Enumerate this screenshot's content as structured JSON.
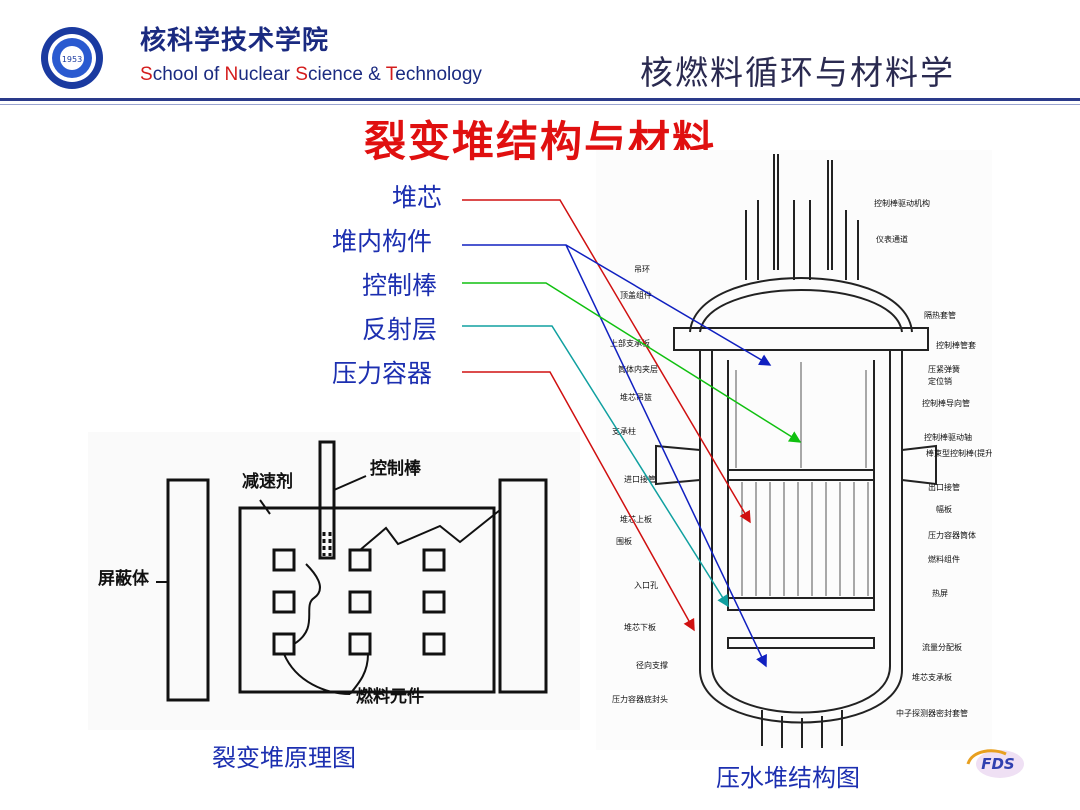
{
  "header": {
    "institute_cn": "核科学技术学院",
    "institute_en": {
      "w1a": "S",
      "w1b": "chool of ",
      "w2a": "N",
      "w2b": "uclear ",
      "w3a": "S",
      "w3b": "cience & ",
      "w4a": "T",
      "w4b": "echnology"
    },
    "course_title": "核燃料循环与材料学"
  },
  "slide_title": "裂变堆结构与材料",
  "component_labels": [
    "堆芯",
    "堆内构件",
    "控制棒",
    "反射层",
    "压力容器"
  ],
  "principle_diagram": {
    "caption": "裂变堆原理图",
    "labels": {
      "moderator": "减速剂",
      "control_rod": "控制棒",
      "shield": "屏蔽体",
      "fuel": "燃料元件"
    }
  },
  "pwr_diagram": {
    "caption": "压水堆结构图",
    "labels_left": [
      "吊环",
      "顶盖组件",
      "上部支承板",
      "筒体内夹层",
      "堆芯吊篮",
      "支承柱",
      "进口接管",
      "堆芯上板",
      "围板",
      "入口孔",
      "堆芯下板",
      "径向支撑",
      "压力容器底封头"
    ],
    "labels_right": [
      "控制棒驱动机构",
      "仪表通道",
      "隔热套管",
      "控制棒管套",
      "压紧弹簧",
      "定位销",
      "控制棒导向管",
      "控制棒驱动轴",
      "棒束型控制棒(提升)",
      "出口接管",
      "幅板",
      "压力容器筒体",
      "燃料组件",
      "热屏",
      "流量分配板",
      "堆芯支承板",
      "中子探测器密封套管"
    ]
  },
  "logo_text": "FDS",
  "colors": {
    "title": "#e01010",
    "label": "#1c2fb0",
    "leader_core": "#d01010",
    "leader_internals": "#1020c0",
    "leader_control": "#10c010",
    "leader_reflector": "#10a0a0",
    "leader_vessel": "#d01010"
  }
}
